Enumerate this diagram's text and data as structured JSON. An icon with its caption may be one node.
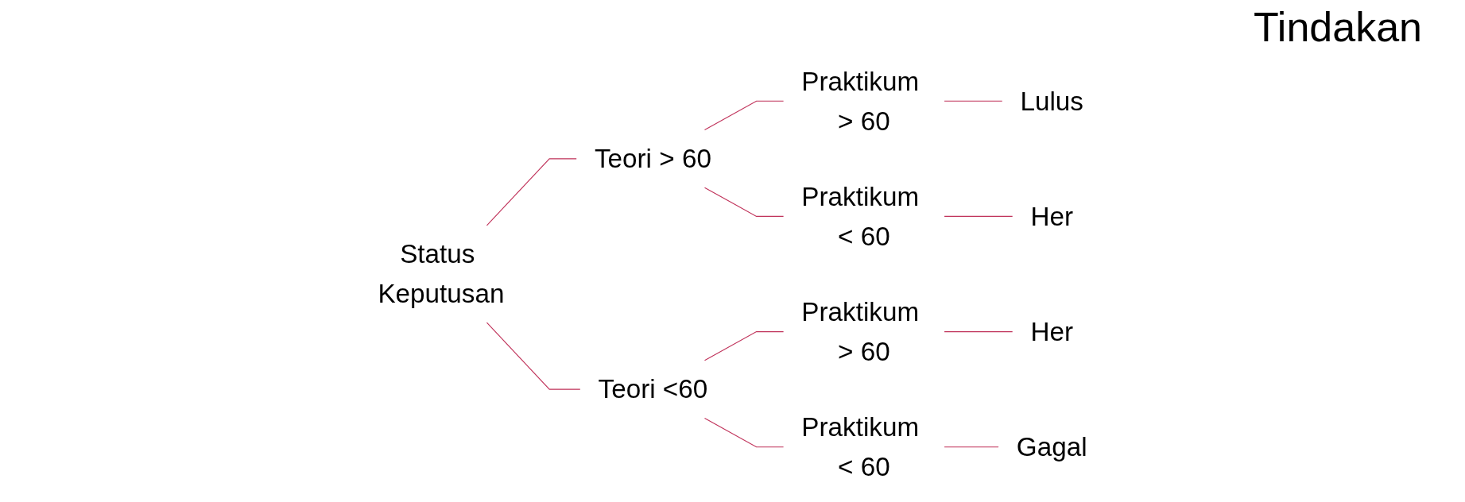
{
  "diagram": {
    "nodes": [
      {
        "text": [
          "Status Keputusan"
        ]
      },
      {
        "text": [
          "Teori > 60"
        ]
      },
      {
        "text": [
          "Teori <60"
        ]
      },
      {
        "text": [
          "Praktikum > 60"
        ]
      },
      {
        "text": [
          "Praktikum < 60"
        ]
      },
      {
        "text": [
          "Praktikum > 60"
        ]
      },
      {
        "text": [
          "Praktikum < 60"
        ]
      },
      {
        "text": [
          "Lulus"
        ]
      },
      {
        "text": [
          "Her"
        ]
      },
      {
        "text": [
          "Her"
        ]
      },
      {
        "text": [
          "Gagal"
        ]
      }
    ],
    "edges": [
      {
        "from": 0,
        "to": 1,
        "arrow": "none"
      },
      {
        "from": 0,
        "to": 2,
        "arrow": "none"
      },
      {
        "from": 1,
        "to": 3,
        "arrow": "none"
      },
      {
        "from": 1,
        "to": 4,
        "arrow": "none"
      },
      {
        "from": 2,
        "to": 5,
        "arrow": "none"
      },
      {
        "from": 2,
        "to": 6,
        "arrow": "none"
      },
      {
        "from": 3,
        "to": 7,
        "arrow": "none"
      },
      {
        "from": 4,
        "to": 8,
        "arrow": "none"
      },
      {
        "from": 5,
        "to": 9,
        "arrow": "none"
      },
      {
        "from": 6,
        "to": 10,
        "arrow": "none"
      }
    ],
    "labels": [
      "Tindakan"
    ]
  }
}
